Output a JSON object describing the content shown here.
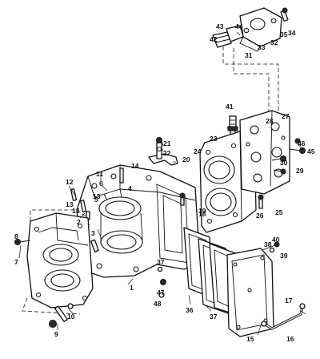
{
  "callouts": [
    "1",
    "2",
    "3",
    "4",
    "5",
    "6",
    "7",
    "8",
    "9",
    "10",
    "11",
    "12",
    "13",
    "13",
    "13",
    "14",
    "15",
    "16",
    "17",
    "18",
    "19",
    "20",
    "21",
    "22",
    "23",
    "24",
    "25",
    "26",
    "27",
    "28",
    "29",
    "30",
    "31",
    "32",
    "33",
    "34",
    "35",
    "36",
    "37",
    "37",
    "38",
    "39",
    "40",
    "41",
    "42",
    "43",
    "44",
    "45",
    "46",
    "47",
    "48"
  ]
}
